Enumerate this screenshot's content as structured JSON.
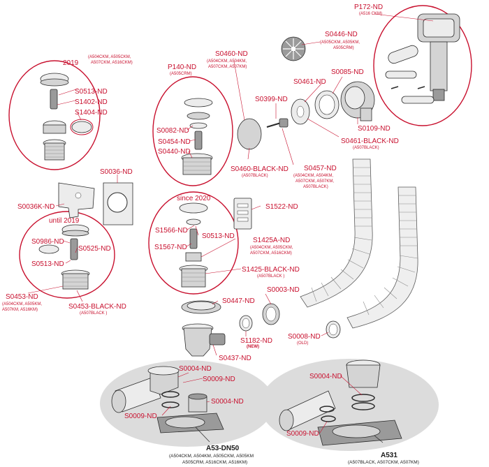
{
  "labels": {
    "p172": "P172-ND",
    "p172_sub": "(A516 CKM)",
    "s0446": "S0446-ND",
    "s0446_sub1": "(A505CKM, A505KM,",
    "s0446_sub2": "A505CRM)",
    "s0460": "S0460-ND",
    "s0460_sub1": "(A504CKM, A504KM,",
    "s0460_sub2": "A507CKM, A507KM)",
    "s0085": "S0085-ND",
    "s0461": "S0461-ND",
    "s0399": "S0399-ND",
    "s0109": "S0109-ND",
    "s0461b": "S0461-BLACK-ND",
    "s0461b_sub": "(A507BLACK)",
    "s0460b": "S0460-BLACK-ND",
    "s0460b_sub": "(A507BLACK)",
    "s0457": "S0457-ND",
    "s0457_sub1": "(A504CKM, A504KM,",
    "s0457_sub2": "A507CKM, A507KM,",
    "s0457_sub3": "A507BLACK)",
    "year2019a": "2019",
    "year2019a_sub1": "(A504CKM, A505CKM,",
    "year2019a_sub2": "A507CKM, A516CKM)",
    "s0513a": "S0513-ND",
    "s1402": "S1402-ND",
    "s1404": "S1404-ND",
    "p140": "P140-ND",
    "p140_sub": "(A505CRM)",
    "s0082": "S0082-ND",
    "s0454": "S0454-ND",
    "s0440": "S0440-ND",
    "s0036": "S0036-ND",
    "s0036k": "S0036K-ND",
    "since2020": "since 2020",
    "s1522": "S1522-ND",
    "until2019": "until 2019",
    "s0986": "S0986-ND",
    "s0525": "S0525-ND",
    "s0513b": "S0513-ND",
    "s1566": "S1566-ND",
    "s0513c": "S0513-ND",
    "s1567": "S1567-ND",
    "s1425a": "S1425A-ND",
    "s1425a_sub1": "(A504CKM, A505CKM,",
    "s1425a_sub2": "A507CKM, A516CKM)",
    "s1425b": "S1425-BLACK-ND",
    "s1425b_sub": "(A507BLACK )",
    "s0453": "S0453-ND",
    "s0453_sub1": "(A504CKM, A505KM,",
    "s0453_sub2": "A507KM, A516KM)",
    "s0453b": "S0453-BLACK-ND",
    "s0453b_sub": "(A507BLACK )",
    "s0447": "S0447-ND",
    "s0003": "S0003-ND",
    "s1182": "S1182-ND",
    "s1182_sub": "(NEW)",
    "s0008": "S0008-ND",
    "s0008_sub": "(OLD)",
    "s0437": "S0437-ND",
    "s0004a": "S0004-ND",
    "s0009a": "S0009-ND",
    "s0004b": "S0004-ND",
    "s0009b": "S0009-ND",
    "s0004c": "S0004-ND",
    "s0009c": "S0009-ND",
    "a53": "A53-DN50",
    "a53_sub1": "(A504CKM, A504KM, A505CKM, A505KM",
    "a53_sub2": "A505CRM, A516CKM, A516KM)",
    "a531": "A531",
    "a531_sub": "(A507BLACK, A507CKM, A507KM)"
  }
}
